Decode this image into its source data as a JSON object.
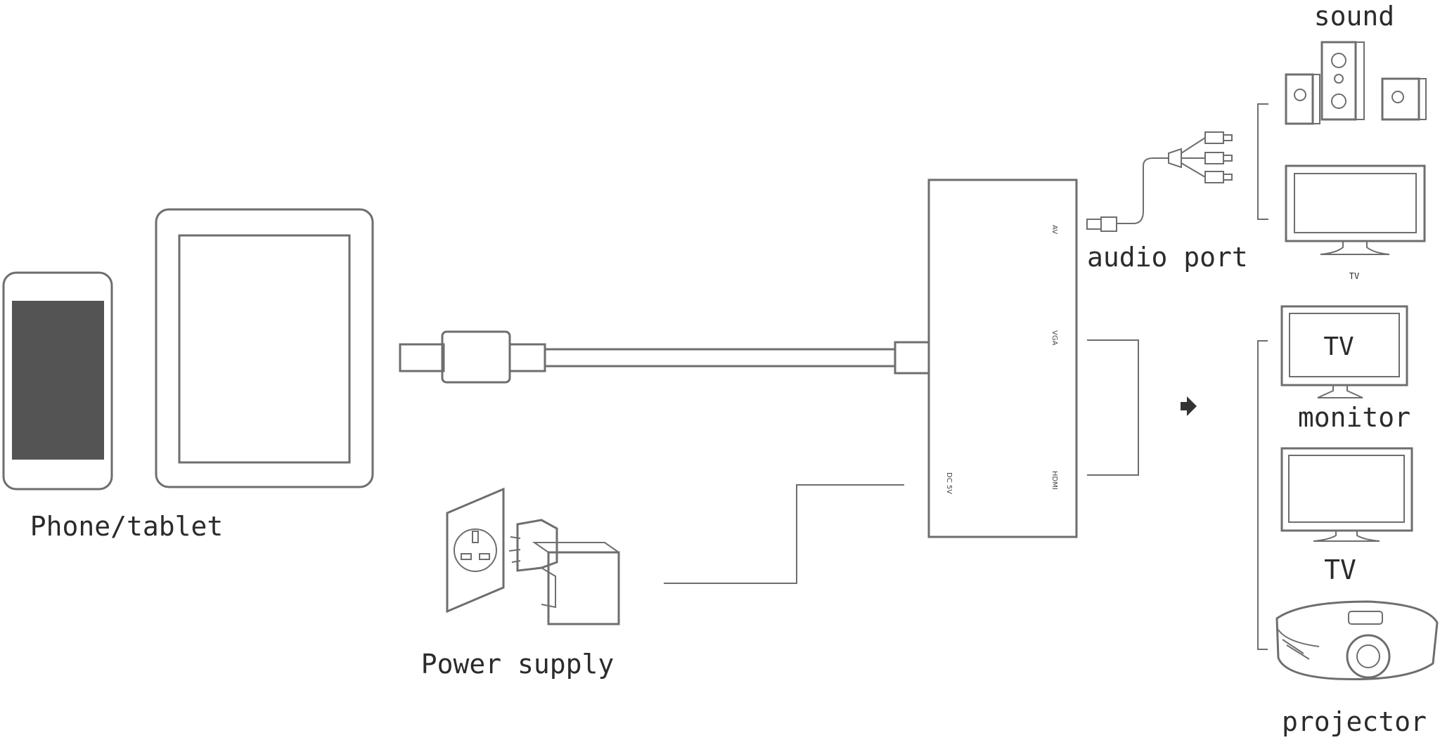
{
  "labels": {
    "phone_tablet": "Phone/tablet",
    "power_supply": "Power supply",
    "audio_port": "audio port",
    "sound": "sound",
    "tv_small": "TV",
    "monitor_screen": "TV",
    "monitor": "monitor",
    "tv": "TV",
    "projector": "projector"
  },
  "ports": {
    "av": "AV",
    "vga": "VGA",
    "hdmi": "HDMI",
    "dc": "DC 5V"
  },
  "colors": {
    "line": "#6e6e6e",
    "screen_fill": "#545454",
    "text": "#2b2b2b"
  },
  "icons": [
    "phone-icon",
    "tablet-icon",
    "lightning-connector-icon",
    "adapter-hub",
    "wall-socket-icon",
    "power-plug-icon",
    "audio-jack-icon",
    "rca-splitter-icon",
    "speakers-icon",
    "tv-icon",
    "projector-icon",
    "arrow-right-icon"
  ]
}
